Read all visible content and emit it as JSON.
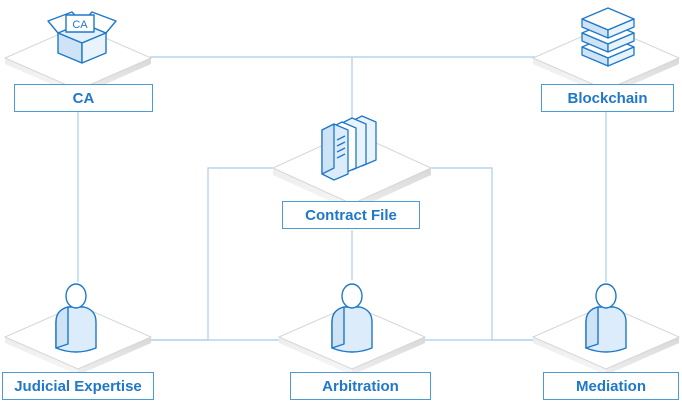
{
  "diagram": {
    "nodes": {
      "ca": {
        "label": "CA",
        "icon": "ca-box-icon",
        "icon_text": "CA"
      },
      "blockchain": {
        "label": "Blockchain",
        "icon": "stacked-blocks-icon"
      },
      "contract_file": {
        "label": "Contract File",
        "icon": "documents-icon"
      },
      "judicial_expertise": {
        "label": "Judicial Expertise",
        "icon": "person-icon"
      },
      "arbitration": {
        "label": "Arbitration",
        "icon": "person-icon"
      },
      "mediation": {
        "label": "Mediation",
        "icon": "person-icon"
      }
    },
    "colors": {
      "accent": "#1f78c8",
      "line": "#a9cdee",
      "platform_top": "#ffffff",
      "platform_edge": "#d4d4d4"
    }
  }
}
